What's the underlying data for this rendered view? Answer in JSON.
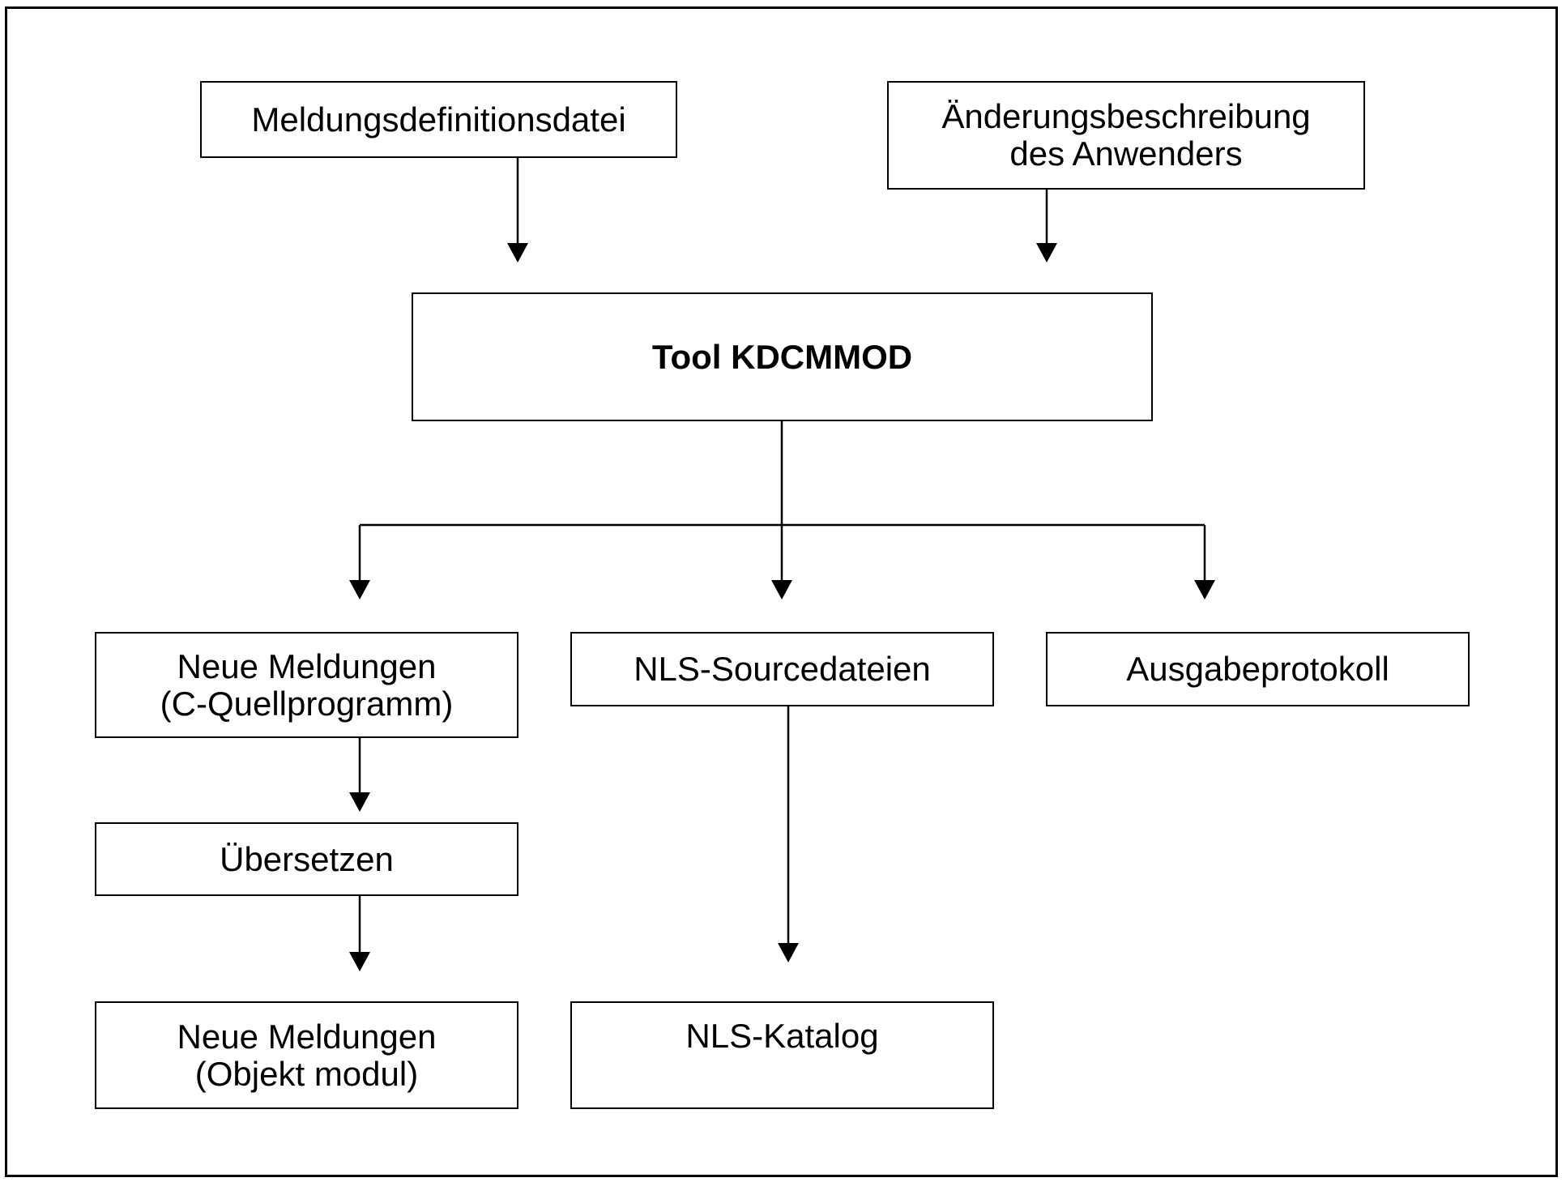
{
  "diagram": {
    "nodes": {
      "meldungsdefinitionsdatei": "Meldungsdefinitionsdatei",
      "aenderungsbeschreibung": "Änderungsbeschreibung\ndes Anwenders",
      "tool": "Tool KDCMMOD",
      "neue_meldungen_c": "Neue Meldungen\n(C-Quellprogramm)",
      "nls_sourcedateien": "NLS-Sourcedateien",
      "ausgabeprotokoll": "Ausgabeprotokoll",
      "uebersetzen": "Übersetzen",
      "neue_meldungen_obj": "Neue Meldungen\n(Objekt modul)",
      "nls_katalog": "NLS-Katalog"
    },
    "edges": [
      {
        "from": "Meldungsdefinitionsdatei",
        "to": "Tool KDCMMOD"
      },
      {
        "from": "Änderungsbeschreibung des Anwenders",
        "to": "Tool KDCMMOD"
      },
      {
        "from": "Tool KDCMMOD",
        "to": "Neue Meldungen (C-Quellprogramm)"
      },
      {
        "from": "Tool KDCMMOD",
        "to": "NLS-Sourcedateien"
      },
      {
        "from": "Tool KDCMMOD",
        "to": "Ausgabeprotokoll"
      },
      {
        "from": "Neue Meldungen (C-Quellprogramm)",
        "to": "Übersetzen"
      },
      {
        "from": "Übersetzen",
        "to": "Neue Meldungen (Objekt modul)"
      },
      {
        "from": "NLS-Sourcedateien",
        "to": "NLS-Katalog"
      }
    ]
  }
}
